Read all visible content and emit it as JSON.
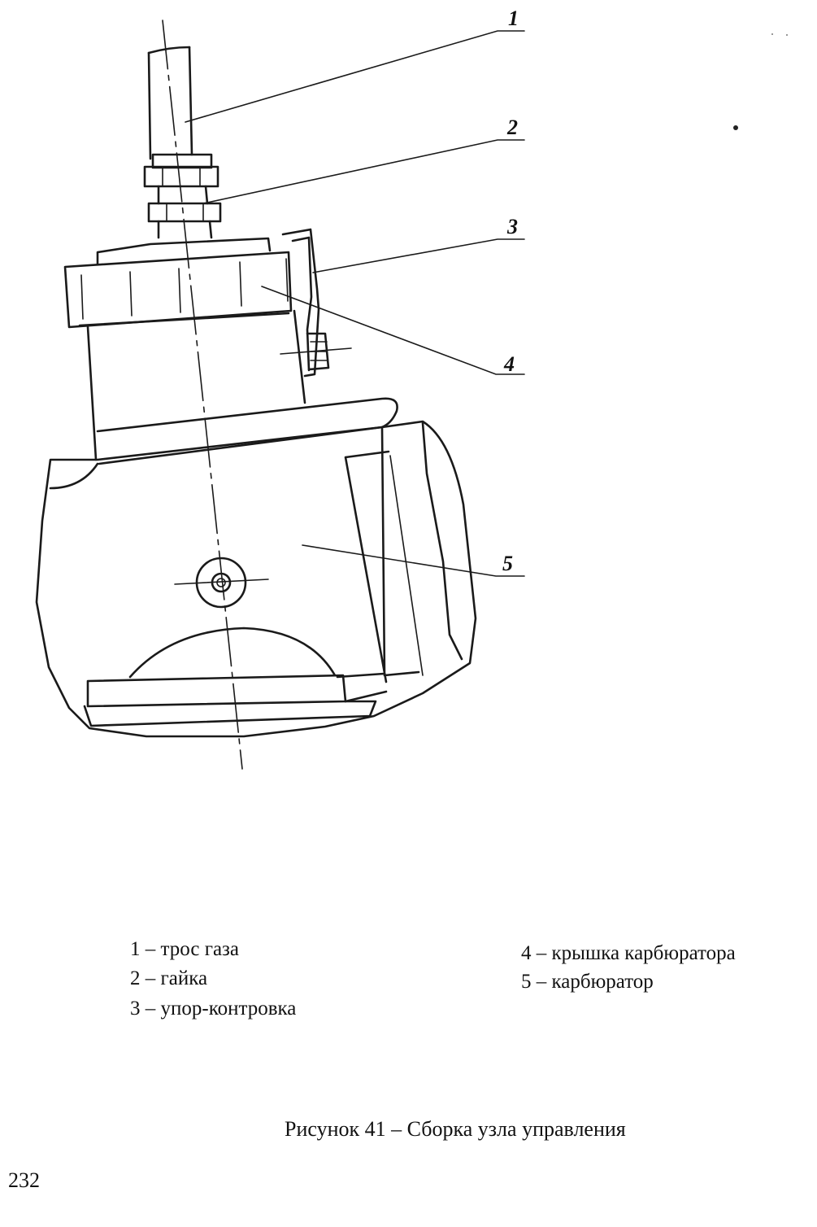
{
  "figure": {
    "callouts": [
      "1",
      "2",
      "3",
      "4",
      "5"
    ],
    "legend": [
      {
        "number": "1",
        "text": "1 – трос газа"
      },
      {
        "number": "2",
        "text": "2 – гайка"
      },
      {
        "number": "3",
        "text": "3 – упор-контровка"
      },
      {
        "number": "4",
        "text": "4 – крышка карбюратора"
      },
      {
        "number": "5",
        "text": "5 – карбюратор"
      }
    ],
    "caption": "Рисунок 41 – Сборка узла управления"
  },
  "page": {
    "number": "232"
  }
}
